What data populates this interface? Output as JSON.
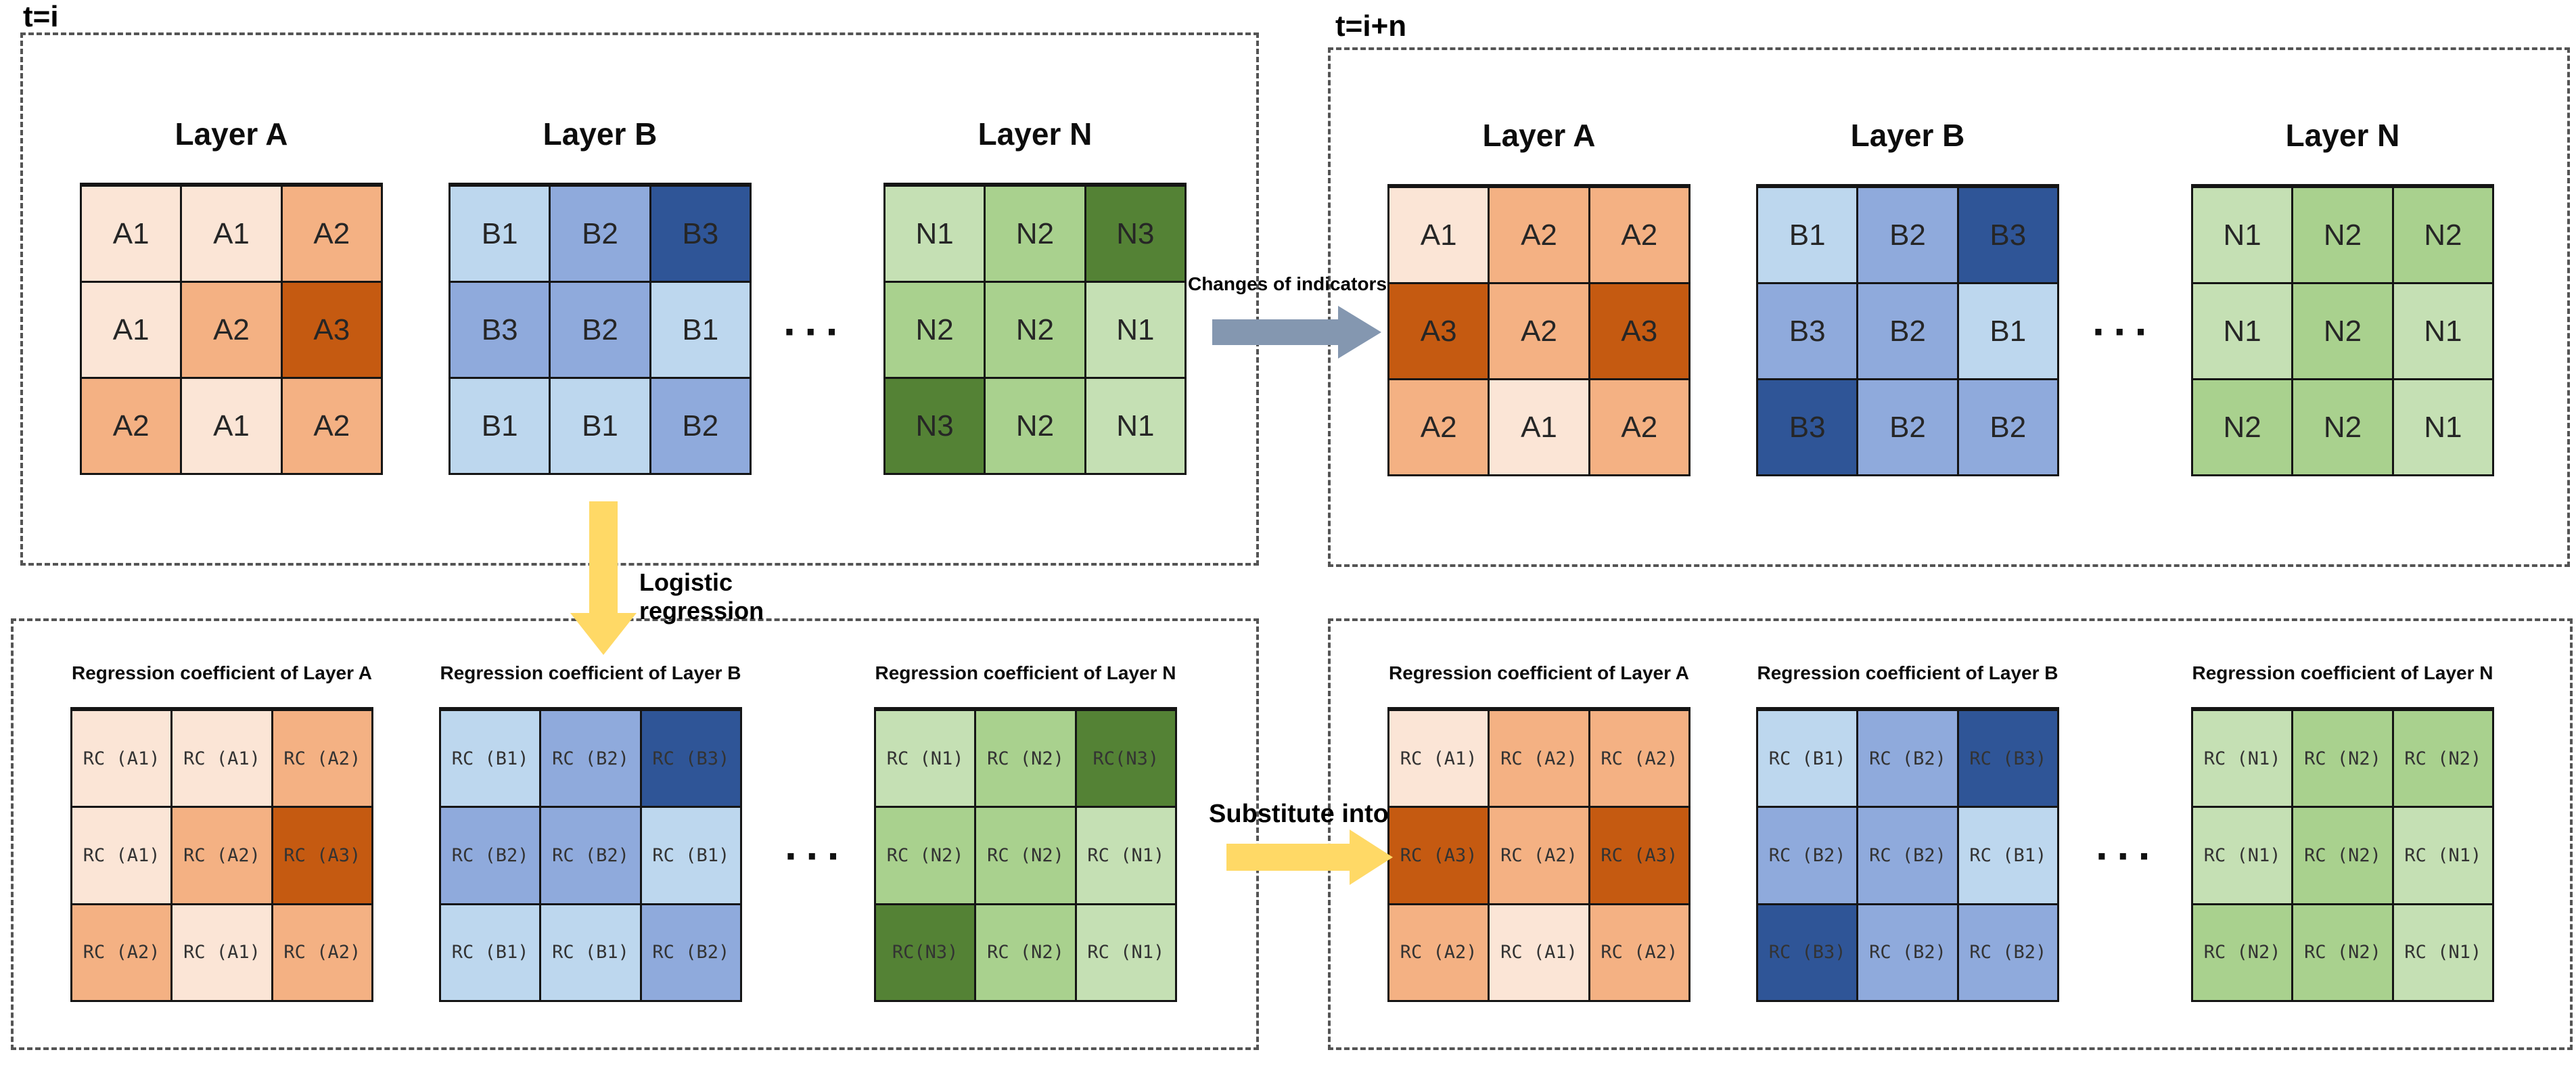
{
  "figure": {
    "ellipsis": "···",
    "palettes": {
      "orange": [
        "#fbe5d6",
        "#f4b183",
        "#c55a11"
      ],
      "blue": [
        "#bdd7ee",
        "#8faadc",
        "#2f5597"
      ],
      "green": [
        "#c5e0b4",
        "#a9d18e",
        "#548235"
      ]
    },
    "panels": [
      {
        "name": "state-t-i",
        "corner_label": "t=i",
        "grids": [
          {
            "title": "Layer A",
            "palette": "orange",
            "cells": [
              [
                [
                  "A1",
                  1
                ],
                [
                  "A1",
                  1
                ],
                [
                  "A2",
                  2
                ]
              ],
              [
                [
                  "A1",
                  1
                ],
                [
                  "A2",
                  2
                ],
                [
                  "A3",
                  3
                ]
              ],
              [
                [
                  "A2",
                  2
                ],
                [
                  "A1",
                  1
                ],
                [
                  "A2",
                  2
                ]
              ]
            ]
          },
          {
            "title": "Layer B",
            "palette": "blue",
            "cells": [
              [
                [
                  "B1",
                  1
                ],
                [
                  "B2",
                  2
                ],
                [
                  "B3",
                  3
                ]
              ],
              [
                [
                  "B3",
                  2
                ],
                [
                  "B2",
                  2
                ],
                [
                  "B1",
                  1
                ]
              ],
              [
                [
                  "B1",
                  1
                ],
                [
                  "B1",
                  1
                ],
                [
                  "B2",
                  2
                ]
              ]
            ]
          },
          {
            "title": "Layer N",
            "palette": "green",
            "cells": [
              [
                [
                  "N1",
                  1
                ],
                [
                  "N2",
                  2
                ],
                [
                  "N3",
                  3
                ]
              ],
              [
                [
                  "N2",
                  2
                ],
                [
                  "N2",
                  2
                ],
                [
                  "N1",
                  1
                ]
              ],
              [
                [
                  "N3",
                  3
                ],
                [
                  "N2",
                  2
                ],
                [
                  "N1",
                  1
                ]
              ]
            ]
          }
        ]
      },
      {
        "name": "state-t-i-plus-n",
        "corner_label": "t=i+n",
        "grids": [
          {
            "title": "Layer A",
            "palette": "orange",
            "cells": [
              [
                [
                  "A1",
                  1
                ],
                [
                  "A2",
                  2
                ],
                [
                  "A2",
                  2
                ]
              ],
              [
                [
                  "A3",
                  3
                ],
                [
                  "A2",
                  2
                ],
                [
                  "A3",
                  3
                ]
              ],
              [
                [
                  "A2",
                  2
                ],
                [
                  "A1",
                  1
                ],
                [
                  "A2",
                  2
                ]
              ]
            ]
          },
          {
            "title": "Layer B",
            "palette": "blue",
            "cells": [
              [
                [
                  "B1",
                  1
                ],
                [
                  "B2",
                  2
                ],
                [
                  "B3",
                  3
                ]
              ],
              [
                [
                  "B3",
                  2
                ],
                [
                  "B2",
                  2
                ],
                [
                  "B1",
                  1
                ]
              ],
              [
                [
                  "B3",
                  3
                ],
                [
                  "B2",
                  2
                ],
                [
                  "B2",
                  2
                ]
              ]
            ]
          },
          {
            "title": "Layer N",
            "palette": "green",
            "cells": [
              [
                [
                  "N1",
                  1
                ],
                [
                  "N2",
                  2
                ],
                [
                  "N2",
                  2
                ]
              ],
              [
                [
                  "N1",
                  1
                ],
                [
                  "N2",
                  2
                ],
                [
                  "N1",
                  1
                ]
              ],
              [
                [
                  "N2",
                  2
                ],
                [
                  "N2",
                  2
                ],
                [
                  "N1",
                  1
                ]
              ]
            ]
          }
        ]
      },
      {
        "name": "regression-coefficients-t-i",
        "corner_label": "",
        "grids": [
          {
            "title": "Regression coefficient of Layer A",
            "palette": "orange",
            "cells": [
              [
                [
                  "RC (A1)",
                  1
                ],
                [
                  "RC (A1)",
                  1
                ],
                [
                  "RC (A2)",
                  2
                ]
              ],
              [
                [
                  "RC (A1)",
                  1
                ],
                [
                  "RC (A2)",
                  2
                ],
                [
                  "RC (A3)",
                  3
                ]
              ],
              [
                [
                  "RC (A2)",
                  2
                ],
                [
                  "RC (A1)",
                  1
                ],
                [
                  "RC (A2)",
                  2
                ]
              ]
            ]
          },
          {
            "title": "Regression coefficient of Layer B",
            "palette": "blue",
            "cells": [
              [
                [
                  "RC (B1)",
                  1
                ],
                [
                  "RC (B2)",
                  2
                ],
                [
                  "RC (B3)",
                  3
                ]
              ],
              [
                [
                  "RC (B2)",
                  2
                ],
                [
                  "RC (B2)",
                  2
                ],
                [
                  "RC (B1)",
                  1
                ]
              ],
              [
                [
                  "RC (B1)",
                  1
                ],
                [
                  "RC (B1)",
                  1
                ],
                [
                  "RC (B2)",
                  2
                ]
              ]
            ]
          },
          {
            "title": "Regression coefficient of Layer N",
            "palette": "green",
            "cells": [
              [
                [
                  "RC (N1)",
                  1
                ],
                [
                  "RC (N2)",
                  2
                ],
                [
                  "RC(N3)",
                  3
                ]
              ],
              [
                [
                  "RC (N2)",
                  2
                ],
                [
                  "RC (N2)",
                  2
                ],
                [
                  "RC (N1)",
                  1
                ]
              ],
              [
                [
                  "RC(N3)",
                  3
                ],
                [
                  "RC (N2)",
                  2
                ],
                [
                  "RC (N1)",
                  1
                ]
              ]
            ]
          }
        ]
      },
      {
        "name": "regression-coefficients-t-i-plus-n",
        "corner_label": "",
        "grids": [
          {
            "title": "Regression coefficient of Layer A",
            "palette": "orange",
            "cells": [
              [
                [
                  "RC (A1)",
                  1
                ],
                [
                  "RC (A2)",
                  2
                ],
                [
                  "RC (A2)",
                  2
                ]
              ],
              [
                [
                  "RC (A3)",
                  3
                ],
                [
                  "RC (A2)",
                  2
                ],
                [
                  "RC (A3)",
                  3
                ]
              ],
              [
                [
                  "RC (A2)",
                  2
                ],
                [
                  "RC (A1)",
                  1
                ],
                [
                  "RC (A2)",
                  2
                ]
              ]
            ]
          },
          {
            "title": "Regression coefficient of Layer B",
            "palette": "blue",
            "cells": [
              [
                [
                  "RC (B1)",
                  1
                ],
                [
                  "RC (B2)",
                  2
                ],
                [
                  "RC (B3)",
                  3
                ]
              ],
              [
                [
                  "RC (B2)",
                  2
                ],
                [
                  "RC (B2)",
                  2
                ],
                [
                  "RC (B1)",
                  1
                ]
              ],
              [
                [
                  "RC (B3)",
                  3
                ],
                [
                  "RC (B2)",
                  2
                ],
                [
                  "RC (B2)",
                  2
                ]
              ]
            ]
          },
          {
            "title": "Regression coefficient of Layer N",
            "palette": "green",
            "cells": [
              [
                [
                  "RC (N1)",
                  1
                ],
                [
                  "RC (N2)",
                  2
                ],
                [
                  "RC (N2)",
                  2
                ]
              ],
              [
                [
                  "RC (N1)",
                  1
                ],
                [
                  "RC (N2)",
                  2
                ],
                [
                  "RC (N1)",
                  1
                ]
              ],
              [
                [
                  "RC (N2)",
                  2
                ],
                [
                  "RC (N2)",
                  2
                ],
                [
                  "RC (N1)",
                  1
                ]
              ]
            ]
          }
        ]
      }
    ]
  },
  "arrows": {
    "changes": {
      "label": "Changes of indicators",
      "color": "#8497b0"
    },
    "logistic": {
      "label": "Logistic regression",
      "color": "#ffd966"
    },
    "substitute": {
      "label": "Substitute into",
      "color": "#ffd966"
    }
  }
}
